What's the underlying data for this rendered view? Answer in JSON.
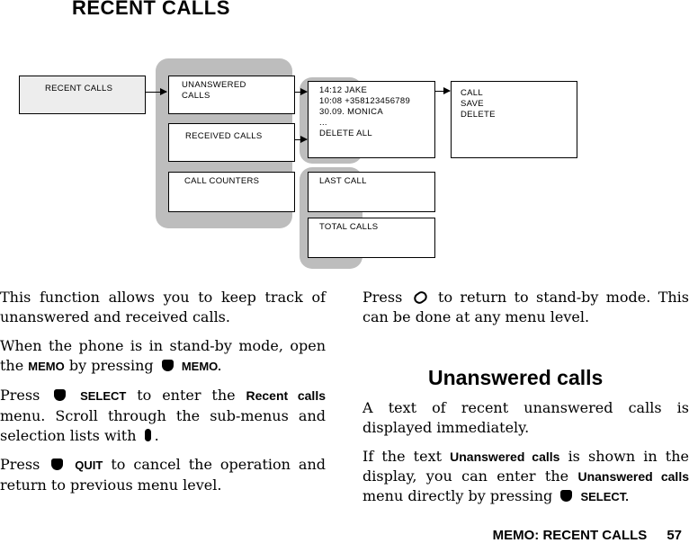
{
  "title": "RECENT CALLS",
  "diagram": {
    "recent_calls": "RECENT CALLS",
    "unanswered_calls": [
      "UNANSWERED",
      "CALLS"
    ],
    "received_calls": "RECEIVED CALLS",
    "call_counters": "CALL COUNTERS",
    "call_list": [
      "14:12  JAKE",
      "10:08  +358123456789",
      "30.09.  MONICA",
      "...",
      "DELETE ALL"
    ],
    "actions": [
      "CALL",
      "SAVE",
      "DELETE"
    ],
    "last_call": "LAST CALL",
    "total_calls": "TOTAL CALLS"
  },
  "left": {
    "p1": "This function allows you to keep track of unanswered and received calls.",
    "p2a": "When the phone is in stand-by mode, open the ",
    "p2_memo": "MEMO",
    "p2b": " by pressing ",
    "p2_memo2": "MEMO.",
    "p3a": "Press ",
    "p3_select": "SELECT",
    "p3b": " to enter the ",
    "p3_recent": "Recent calls",
    "p3c": " menu. Scroll through the sub-menus and selection lists with ",
    "p3d": ".",
    "p4a": "Press ",
    "p4_quit": "QUIT",
    "p4b": " to cancel the operation and return to previous menu level."
  },
  "right": {
    "p1a": "Press ",
    "p1b": " to return to stand-by mode. This can be done at any menu level.",
    "heading": "Unanswered calls",
    "p2": "A text of recent unanswered calls is displayed immediately.",
    "p3a": "If the text ",
    "p3_un": "Unanswered calls",
    "p3b": " is  shown in the display, you can enter the ",
    "p3_un2": "Unanswered calls",
    "p3c": " menu directly by pressing ",
    "p3_select": "SELECT."
  },
  "footer": {
    "label": "MEMO: RECENT CALLS",
    "page": "57"
  }
}
